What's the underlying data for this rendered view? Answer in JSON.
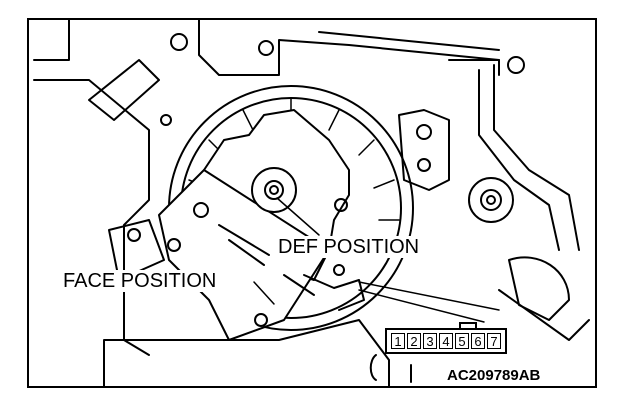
{
  "labels": {
    "def_position": "DEF POSITION",
    "face_position": "FACE POSITION",
    "reference_code": "AC209789AB"
  },
  "connector": {
    "pins": [
      "1",
      "2",
      "3",
      "4",
      "5",
      "6",
      "7"
    ]
  },
  "colors": {
    "line": "#000000",
    "background": "#ffffff"
  }
}
